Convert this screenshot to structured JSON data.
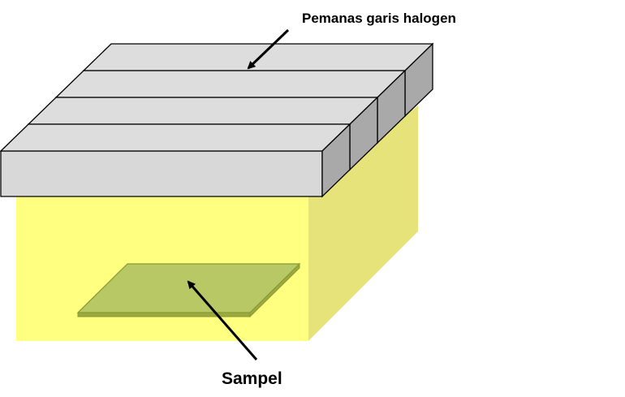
{
  "labels": {
    "heater": "Pemanas garis halogen",
    "sample": "Sampel"
  },
  "colors": {
    "chamber_front": "#FFFF80",
    "chamber_side": "#E6E37A",
    "bar_top": "#DDDDDD",
    "bar_front": "#D8D8D8",
    "bar_side": "#A9A9A9",
    "sample": "#B8C864",
    "sample_edge": "#8A9A30"
  },
  "heater_count": 4
}
